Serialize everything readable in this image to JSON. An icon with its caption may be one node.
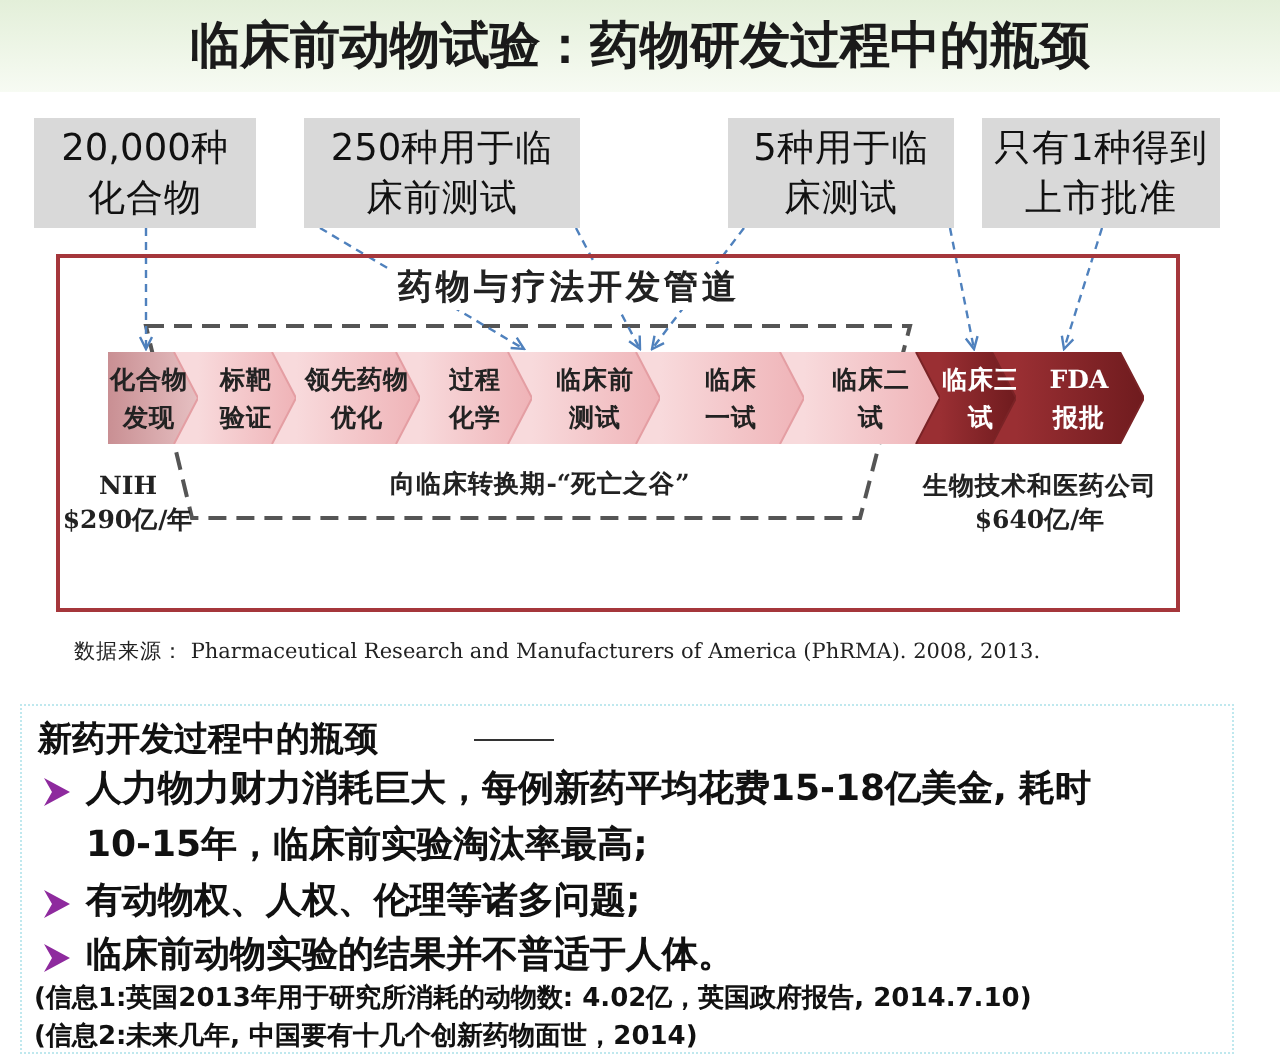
{
  "diagram": {
    "title": "临床前动物试验：药物研发过程中的瓶颈",
    "nodes": [
      {
        "text": [
          "20,000种化合物"
        ]
      },
      {
        "text": [
          "250种用于临床前测试"
        ]
      },
      {
        "text": [
          "5种用于临床测试"
        ]
      },
      {
        "text": [
          "只有1种得到上市批准"
        ]
      },
      {
        "text": [
          "药物与疗法开发管道"
        ]
      },
      {
        "text": [
          "化合物发现"
        ],
        "in": 4
      },
      {
        "text": [
          "标靶验证"
        ],
        "in": 4
      },
      {
        "text": [
          "领先药物优化"
        ],
        "in": 4
      },
      {
        "text": [
          "过程化学"
        ],
        "in": 4
      },
      {
        "text": [
          "临床前测试"
        ],
        "in": 4
      },
      {
        "text": [
          "临床一试"
        ],
        "in": 4
      },
      {
        "text": [
          "临床二试"
        ],
        "in": 4
      },
      {
        "text": [
          "临床三试"
        ],
        "in": 4
      },
      {
        "text": [
          "FDA报批"
        ],
        "in": 4
      }
    ],
    "edges": [
      {
        "from": 0,
        "to": 5,
        "arrow": "to",
        "style": "dashed"
      },
      {
        "from": 1,
        "to": 8,
        "arrow": "to",
        "style": "dashed"
      },
      {
        "from": 1,
        "to": 9,
        "arrow": "to",
        "style": "dashed"
      },
      {
        "from": 2,
        "to": 9,
        "arrow": "to",
        "style": "dashed"
      },
      {
        "from": 2,
        "to": 12,
        "arrow": "to",
        "style": "dashed"
      },
      {
        "from": 3,
        "to": 13,
        "arrow": "to",
        "style": "dashed"
      }
    ],
    "labels": [
      "NIH $290亿/年",
      "向临床转换期-“死亡之谷”",
      "生物技术和医药公司 $640亿/年",
      "数据来源： Pharmaceutical Research and Manufacturers of America (PhRMA). 2008, 2013.",
      "新药开发过程中的瓶颈",
      "人力物力财力消耗巨大，每例新药平均花费15-18亿美金, 耗时10-15年，临床前实验淘汰率最高;",
      "有动物权、人权、伦理等诸多问题;",
      "临床前动物实验的结果并不普适于人体。",
      "(信息1:英国2013年用于研究所消耗的动物数: 4.02亿，英国政府报告, 2014.7.10)",
      "(信息2:未来几年, 中国要有十几个创新药物面世，2014)"
    ]
  }
}
